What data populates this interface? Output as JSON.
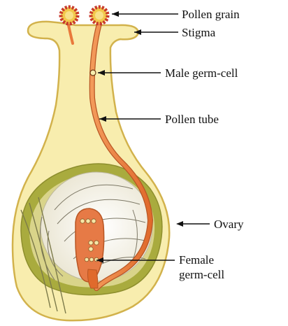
{
  "labels": {
    "pollen_grain": "Pollen grain",
    "stigma": "Stigma",
    "male_germ_cell": "Male germ-cell",
    "pollen_tube": "Pollen tube",
    "ovary": "Ovary",
    "female_germ_cell_line1": "Female",
    "female_germ_cell_line2": "germ-cell"
  },
  "colors": {
    "pistil_fill": "#f8edae",
    "pistil_outline": "#d2b24c",
    "pollen_tube": "#e9793c",
    "pollen_grain": "#c8392b",
    "ovule_outer": "#9fa43a",
    "ovule_inner": "#f1ecdb",
    "embryo_sac": "#e57844",
    "label_line": "#111111"
  }
}
